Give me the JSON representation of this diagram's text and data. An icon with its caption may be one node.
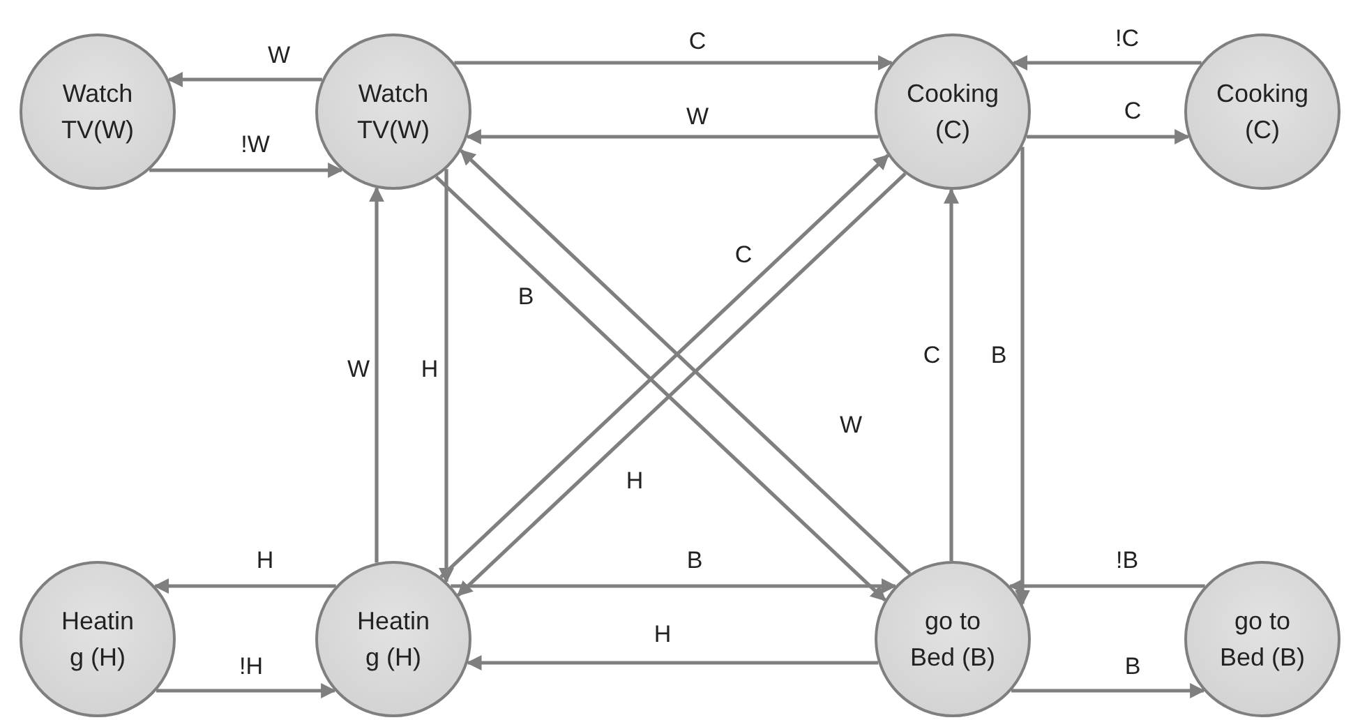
{
  "diagram": {
    "nodes": [
      {
        "text": [
          "Watch TV(W)"
        ]
      },
      {
        "text": [
          "Watch TV(W)"
        ]
      },
      {
        "text": [
          "Cooking (C)"
        ]
      },
      {
        "text": [
          "Cooking (C)"
        ]
      },
      {
        "text": [
          "Heatin g (H)"
        ]
      },
      {
        "text": [
          "Heatin g (H)"
        ]
      },
      {
        "text": [
          "go to Bed (B)"
        ]
      },
      {
        "text": [
          "go to Bed (B)"
        ]
      }
    ],
    "edges": [
      {
        "from": 1,
        "to": 0,
        "arrow": "to",
        "label": "W"
      },
      {
        "from": 0,
        "to": 1,
        "arrow": "to",
        "label": "!W"
      },
      {
        "from": 1,
        "to": 2,
        "arrow": "to",
        "label": "C"
      },
      {
        "from": 2,
        "to": 1,
        "arrow": "to",
        "label": "W"
      },
      {
        "from": 3,
        "to": 2,
        "arrow": "to",
        "label": "!C"
      },
      {
        "from": 2,
        "to": 3,
        "arrow": "to",
        "label": "C"
      },
      {
        "from": 5,
        "to": 4,
        "arrow": "to",
        "label": "H"
      },
      {
        "from": 4,
        "to": 5,
        "arrow": "to",
        "label": "!H"
      },
      {
        "from": 5,
        "to": 6,
        "arrow": "to",
        "label": "B"
      },
      {
        "from": 6,
        "to": 5,
        "arrow": "to",
        "label": "H"
      },
      {
        "from": 7,
        "to": 6,
        "arrow": "to",
        "label": "!B"
      },
      {
        "from": 6,
        "to": 7,
        "arrow": "to",
        "label": "B"
      },
      {
        "from": 5,
        "to": 1,
        "arrow": "to",
        "label": "W"
      },
      {
        "from": 1,
        "to": 5,
        "arrow": "to",
        "label": "H"
      },
      {
        "from": 6,
        "to": 2,
        "arrow": "to",
        "label": "C"
      },
      {
        "from": 2,
        "to": 6,
        "arrow": "to",
        "label": "B"
      },
      {
        "from": 5,
        "to": 2,
        "arrow": "to",
        "label": "C"
      },
      {
        "from": 2,
        "to": 5,
        "arrow": "to",
        "label": "H"
      },
      {
        "from": 1,
        "to": 6,
        "arrow": "to",
        "label": "B"
      },
      {
        "from": 6,
        "to": 1,
        "arrow": "to",
        "label": "W"
      }
    ]
  }
}
